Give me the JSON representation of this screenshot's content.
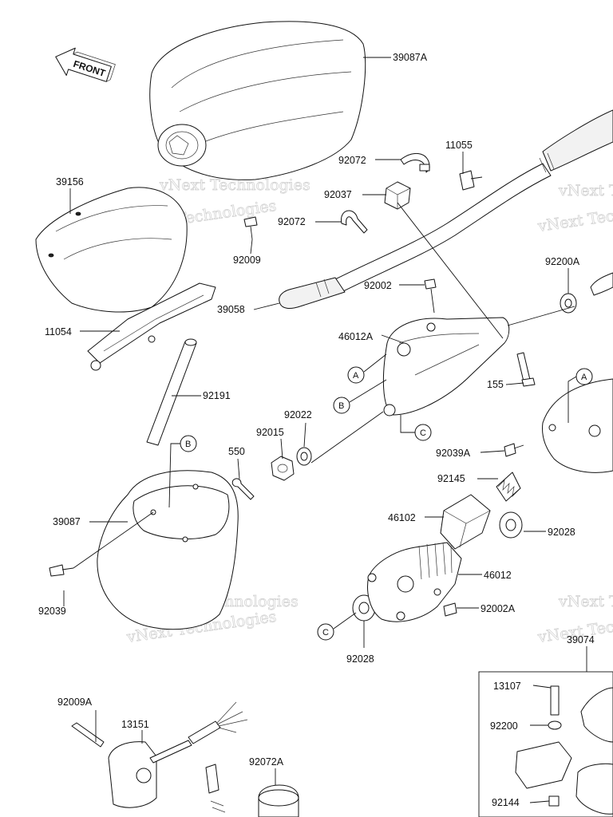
{
  "diagram": {
    "front_label": "FRONT",
    "watermark": "vNext Technologies",
    "part_labels": {
      "p39087A": "39087A",
      "p39156": "39156",
      "p92009": "92009",
      "p11054": "11054",
      "p92191": "92191",
      "p39087": "39087",
      "p92039": "92039",
      "p550": "550",
      "p92015": "92015",
      "p92022": "92022",
      "p92072a": "92072",
      "p92037": "92037",
      "p92072b": "92072",
      "p11055": "11055",
      "p39058": "39058",
      "p92002": "92002",
      "p46012A": "46012A",
      "p155": "155",
      "p92200A": "92200A",
      "p92039A": "92039A",
      "p92145": "92145",
      "p46102": "46102",
      "p92028a": "92028",
      "p46012": "46012",
      "p92002A": "92002A",
      "p92028b": "92028",
      "p39074": "39074",
      "p13107": "13107",
      "p92200": "92200",
      "p92144": "92144",
      "p92009A": "92009A",
      "p13151": "13151",
      "p92072A": "92072A"
    },
    "callouts": {
      "c1": "A",
      "c2": "B",
      "c3": "C",
      "c4": "B",
      "c5": "C",
      "c6": "A"
    }
  }
}
